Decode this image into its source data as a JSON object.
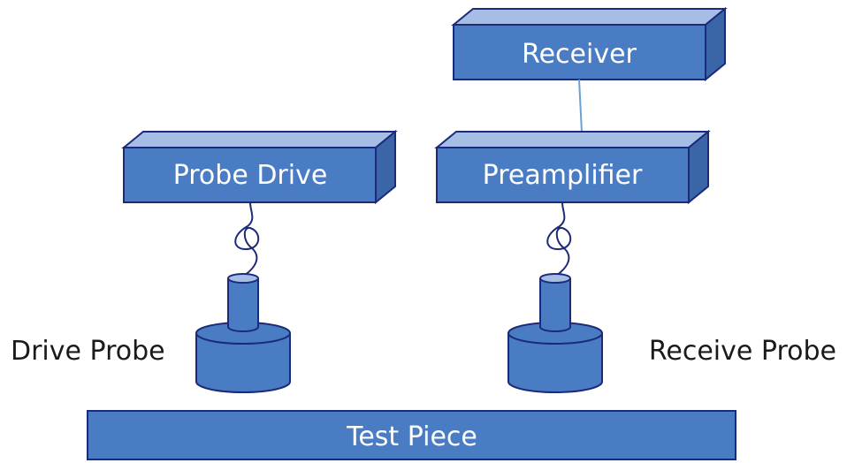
{
  "colors": {
    "front": "#4a7cc4",
    "top": "#a6bde6",
    "side": "#3a66a8",
    "outline": "#1b2a7a",
    "cable": "#1b2a7a",
    "link": "#6aa0d6",
    "text_on_box": "#ffffff",
    "text": "#1a1a1a"
  },
  "boxes": {
    "receiver": {
      "label": "Receiver"
    },
    "probe_drive": {
      "label": "Probe Drive"
    },
    "preamplifier": {
      "label": "Preamplifier"
    },
    "test_piece": {
      "label": "Test Piece"
    }
  },
  "probes": {
    "drive": {
      "label": "Drive Probe"
    },
    "receive": {
      "label": "Receive Probe"
    }
  }
}
